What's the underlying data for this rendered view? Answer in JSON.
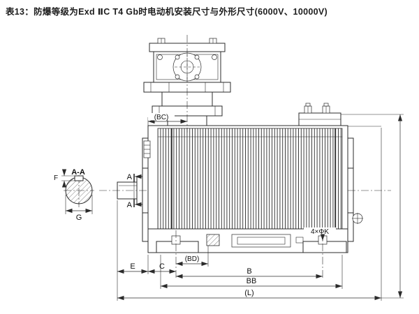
{
  "title": "表13：防爆等级为Exd ⅡC T4 Gb时电动机安装尺寸与外形尺寸(6000V、10000V)",
  "section_view": {
    "title": "A-A",
    "cut_mark": "A",
    "g": "G",
    "f": "F"
  },
  "dimensions": {
    "bc": "(BC)",
    "e": "E",
    "c": "C",
    "bd": "(BD)",
    "b": "B",
    "bb": "BB",
    "l": "(L)",
    "mounting_holes": "4×ΦK"
  },
  "colors": {
    "line": "#2b2b2b",
    "text": "#111111",
    "background": "#ffffff"
  }
}
